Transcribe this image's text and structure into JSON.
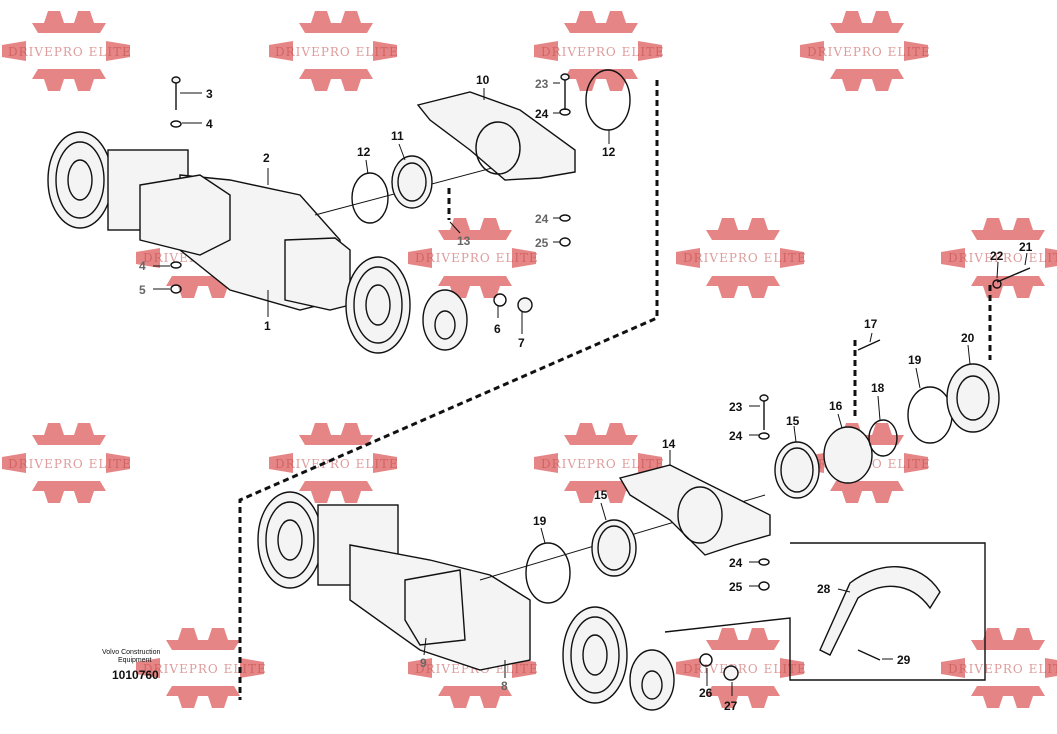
{
  "watermark": {
    "text": "DRIVEPRO ELITE",
    "color": "#c44a4a"
  },
  "publisher": {
    "line1": "Volvo Construction",
    "line2": "Equipment"
  },
  "document_id": "1010760",
  "callouts": [
    {
      "label": "1"
    },
    {
      "label": "2"
    },
    {
      "label": "3"
    },
    {
      "label": "4"
    },
    {
      "label": "4"
    },
    {
      "label": "5"
    },
    {
      "label": "6"
    },
    {
      "label": "7"
    },
    {
      "label": "8"
    },
    {
      "label": "9"
    },
    {
      "label": "10"
    },
    {
      "label": "11"
    },
    {
      "label": "12"
    },
    {
      "label": "12"
    },
    {
      "label": "13"
    },
    {
      "label": "14"
    },
    {
      "label": "15"
    },
    {
      "label": "15"
    },
    {
      "label": "16"
    },
    {
      "label": "17"
    },
    {
      "label": "18"
    },
    {
      "label": "19"
    },
    {
      "label": "19"
    },
    {
      "label": "20"
    },
    {
      "label": "21"
    },
    {
      "label": "22"
    },
    {
      "label": "23"
    },
    {
      "label": "23"
    },
    {
      "label": "24"
    },
    {
      "label": "24"
    },
    {
      "label": "24"
    },
    {
      "label": "24"
    },
    {
      "label": "25"
    },
    {
      "label": "25"
    },
    {
      "label": "26"
    },
    {
      "label": "27"
    },
    {
      "label": "28"
    },
    {
      "label": "29"
    }
  ]
}
